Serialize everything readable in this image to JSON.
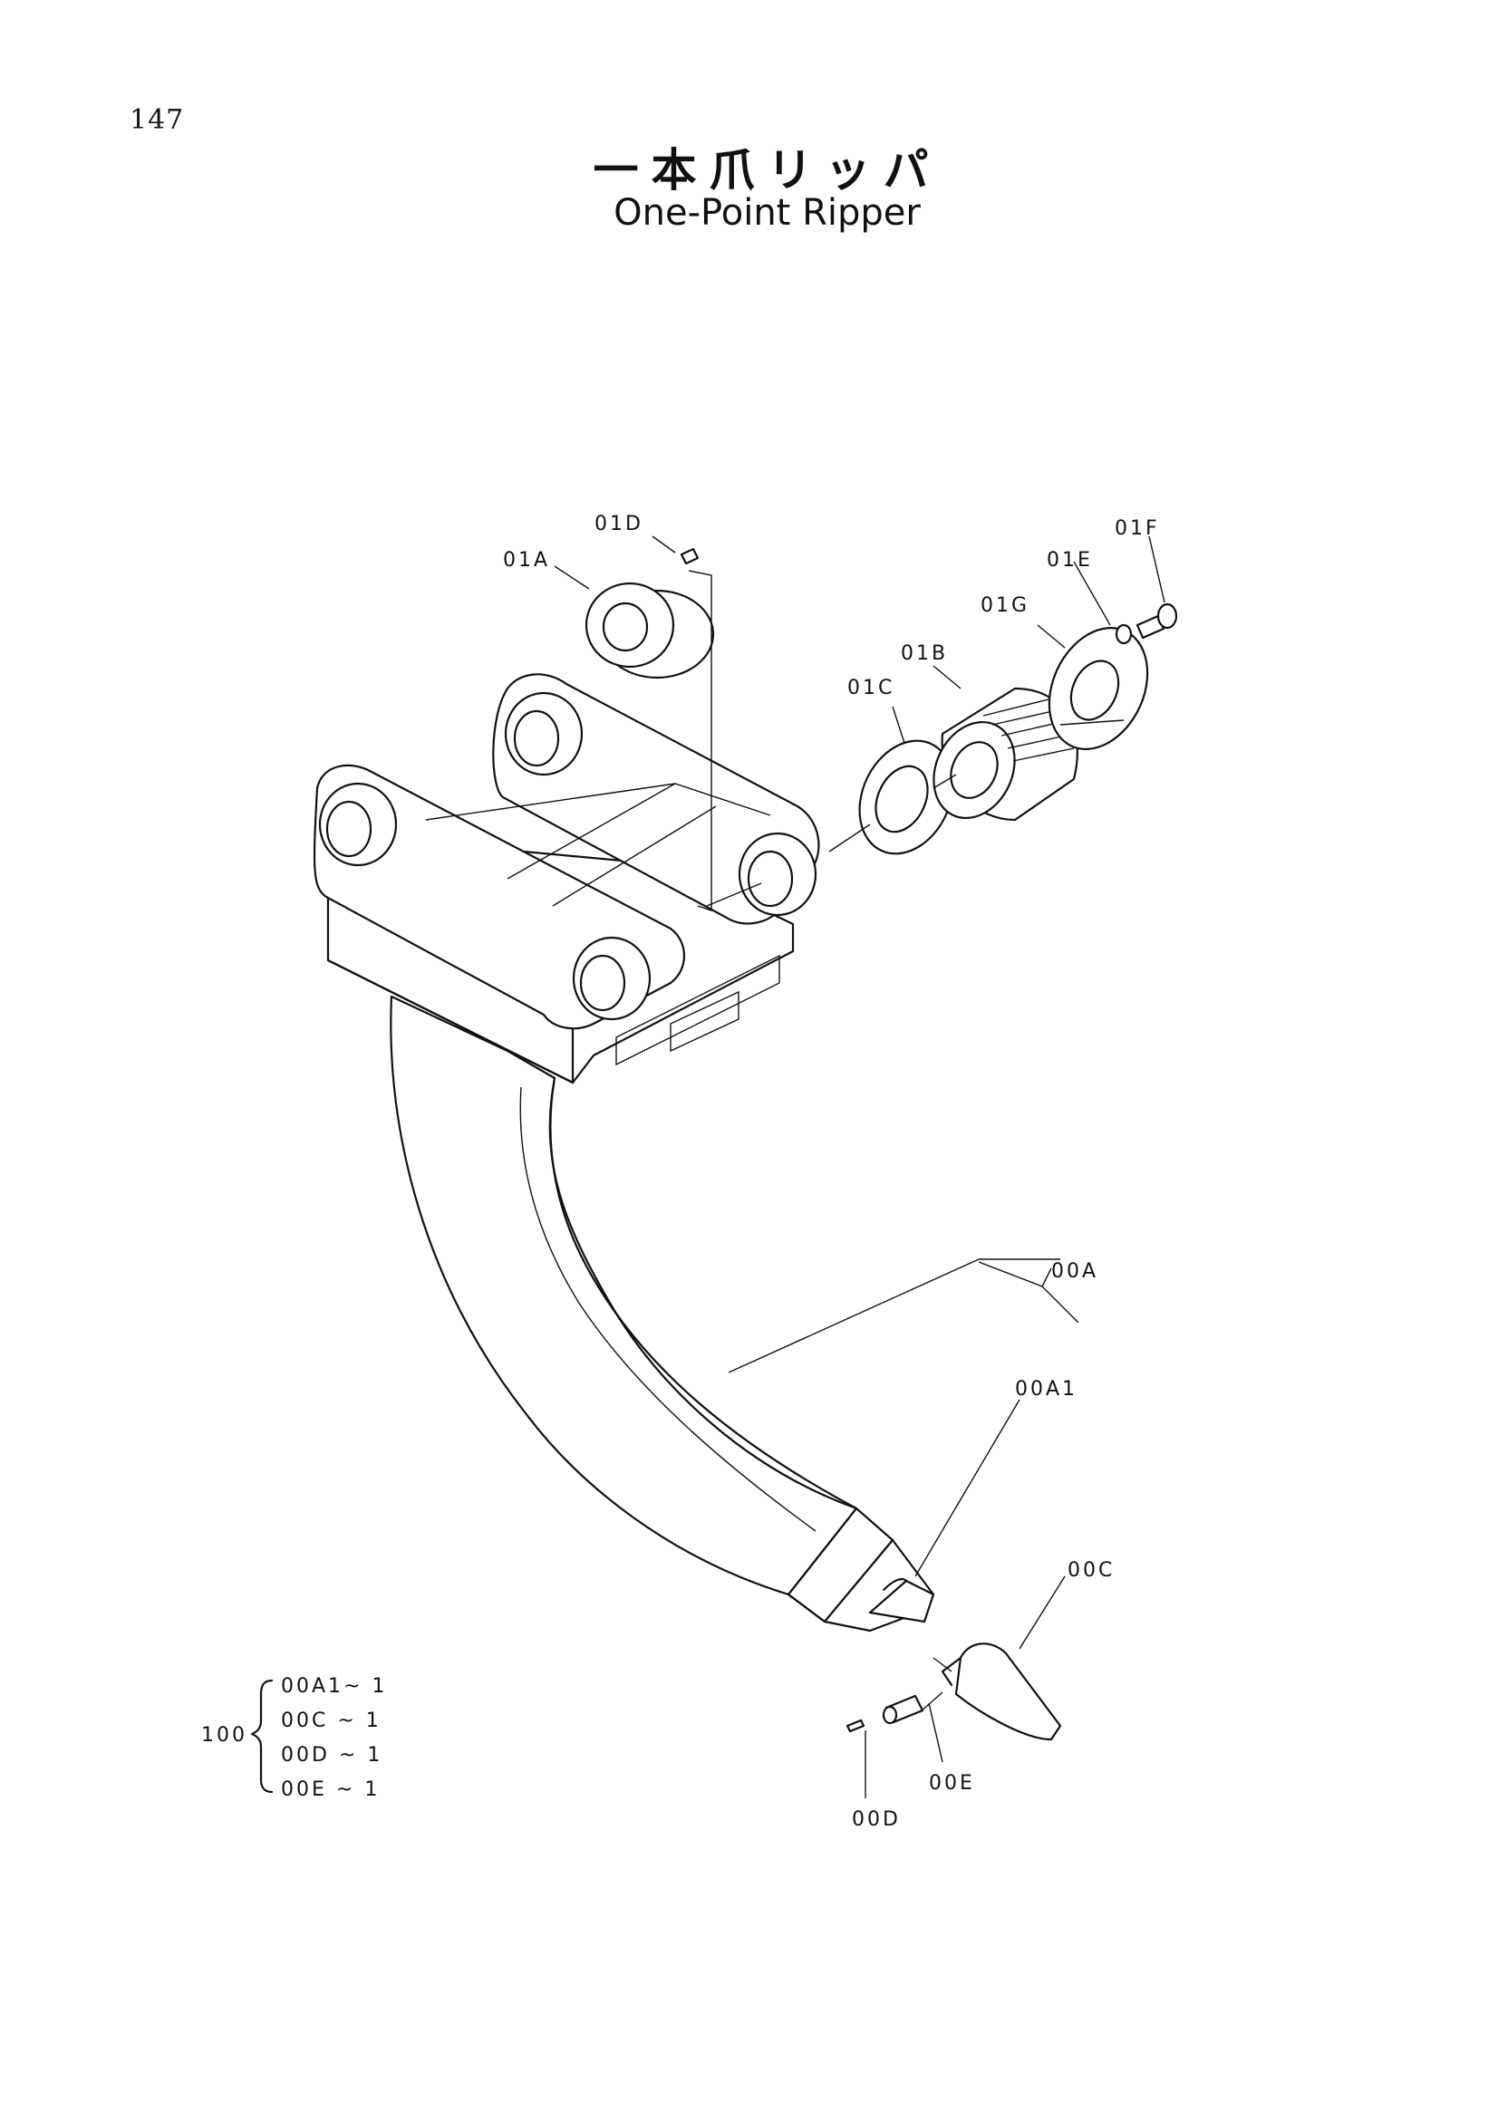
{
  "page": {
    "number": "147"
  },
  "title": {
    "japanese": "一本爪リッパ",
    "english": "One-Point Ripper"
  },
  "parts": [
    {
      "id": "01D",
      "label": "01D"
    },
    {
      "id": "01A",
      "label": "01A"
    },
    {
      "id": "01F",
      "label": "01F"
    },
    {
      "id": "01E",
      "label": "01E"
    },
    {
      "id": "01G",
      "label": "01G"
    },
    {
      "id": "01B",
      "label": "01B"
    },
    {
      "id": "01C",
      "label": "01C"
    },
    {
      "id": "00A",
      "label": "00A"
    },
    {
      "id": "00A1",
      "label": "00A1"
    },
    {
      "id": "00C",
      "label": "00C"
    },
    {
      "id": "00E",
      "label": "00E"
    },
    {
      "id": "00D",
      "label": "00D"
    }
  ],
  "kit": {
    "number": "100",
    "items": [
      "00A1~ 1",
      "00C ~ 1",
      "00D ~ 1",
      "00E ~ 1"
    ]
  }
}
